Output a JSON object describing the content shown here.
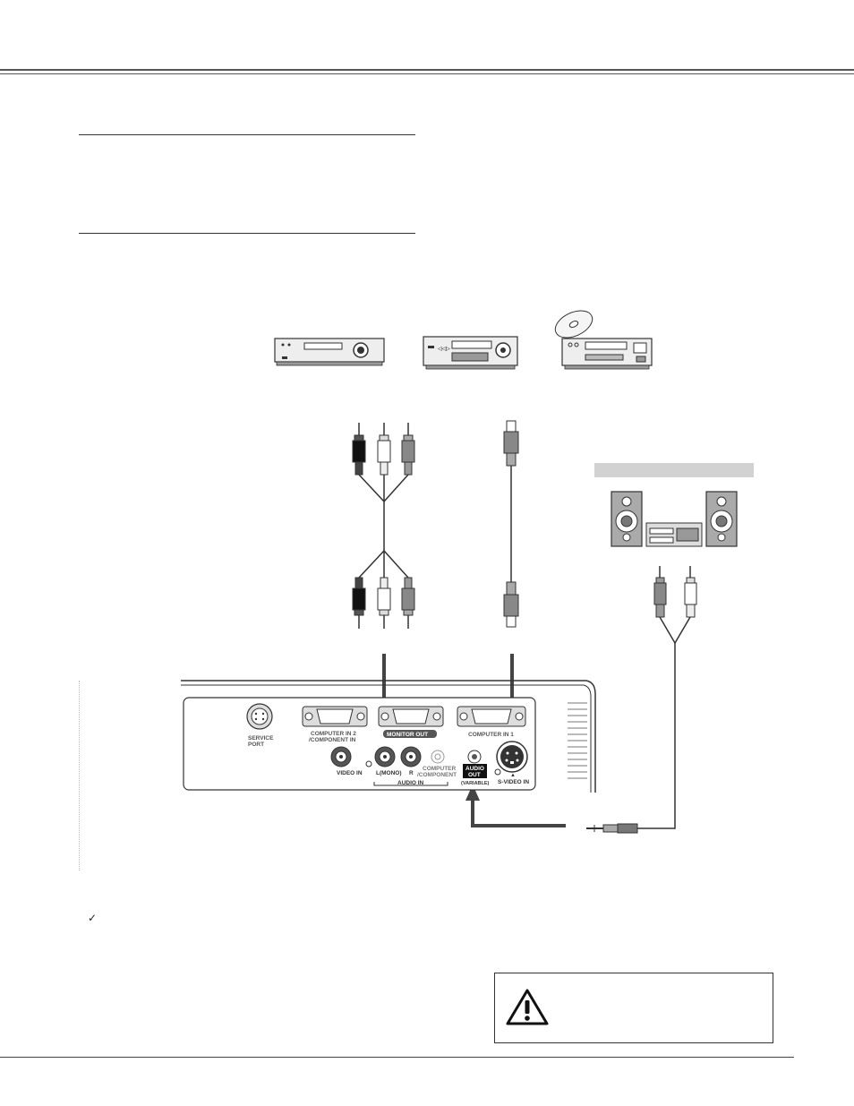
{
  "panel": {
    "service_port": [
      "SERVICE",
      "PORT"
    ],
    "computer_in2": [
      "COMPUTER IN 2",
      "/COMPONENT IN"
    ],
    "monitor_out": "MONITOR OUT",
    "computer_in1": "COMPUTER IN 1",
    "video_in": "VIDEO IN",
    "l_mono": "L(MONO)",
    "r": "R",
    "computer_component": [
      "COMPUTER",
      "/COMPONENT"
    ],
    "audio_in": "AUDIO IN",
    "audio_out": [
      "AUDIO",
      "OUT"
    ],
    "variable": "(VARIABLE)",
    "s_video_in": "S-VIDEO IN"
  },
  "note_mark": "✓",
  "icons": [
    "vcr-icon",
    "video-player-icon",
    "disc-player-icon",
    "audio-system-icon",
    "warning-triangle-icon"
  ]
}
